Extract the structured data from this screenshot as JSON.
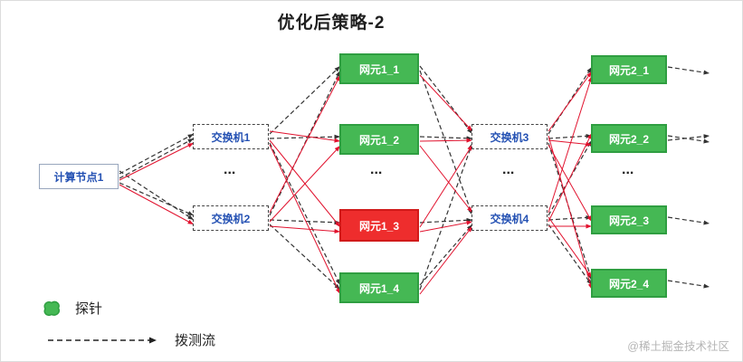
{
  "title": "优化后策略-2",
  "ellipsis": "...",
  "watermark": "@稀土掘金技术社区",
  "legend": {
    "probe_label": "探针",
    "flow_label": "拨测流"
  },
  "colors": {
    "elem_green": "#45b854",
    "elem_green_border": "#2f9e41",
    "elem_red": "#ee2d2d",
    "elem_red_border": "#d11a1a",
    "node_text_blue": "#2451b3",
    "flow_black": "#333333",
    "flow_red": "#e1122e"
  },
  "nodes": {
    "compute1": {
      "label": "计算节点1",
      "type": "compute"
    },
    "switch1": {
      "label": "交换机1",
      "type": "switch"
    },
    "switch2": {
      "label": "交换机2",
      "type": "switch"
    },
    "switch3": {
      "label": "交换机3",
      "type": "switch"
    },
    "switch4": {
      "label": "交换机4",
      "type": "switch"
    },
    "elem1_1": {
      "label": "网元1_1",
      "type": "element-green"
    },
    "elem1_2": {
      "label": "网元1_2",
      "type": "element-green"
    },
    "elem1_3": {
      "label": "网元1_3",
      "type": "element-red"
    },
    "elem1_4": {
      "label": "网元1_4",
      "type": "element-green"
    },
    "elem2_1": {
      "label": "网元2_1",
      "type": "element-green"
    },
    "elem2_2": {
      "label": "网元2_2",
      "type": "element-green"
    },
    "elem2_3": {
      "label": "网元2_3",
      "type": "element-green"
    },
    "elem2_4": {
      "label": "网元2_4",
      "type": "element-green"
    }
  },
  "edges": [
    {
      "from": "compute1",
      "to": "switch1",
      "type": "dashed"
    },
    {
      "from": "compute1",
      "to": "switch1",
      "type": "dashed"
    },
    {
      "from": "compute1",
      "to": "switch2",
      "type": "dashed"
    },
    {
      "from": "compute1",
      "to": "switch2",
      "type": "dashed"
    },
    {
      "from": "compute1",
      "to": "switch1",
      "type": "red"
    },
    {
      "from": "compute1",
      "to": "switch2",
      "type": "red"
    },
    {
      "from": "switch1",
      "to": "elem1_1",
      "type": "dashed"
    },
    {
      "from": "switch1",
      "to": "elem1_2",
      "type": "dashed"
    },
    {
      "from": "switch1",
      "to": "elem1_4",
      "type": "dashed"
    },
    {
      "from": "switch2",
      "to": "elem1_1",
      "type": "dashed"
    },
    {
      "from": "switch2",
      "to": "elem1_3",
      "type": "dashed"
    },
    {
      "from": "switch2",
      "to": "elem1_4",
      "type": "dashed"
    },
    {
      "from": "switch1",
      "to": "elem1_2",
      "type": "red"
    },
    {
      "from": "switch1",
      "to": "elem1_3",
      "type": "red"
    },
    {
      "from": "switch1",
      "to": "elem1_4",
      "type": "red"
    },
    {
      "from": "switch2",
      "to": "elem1_1",
      "type": "red"
    },
    {
      "from": "switch2",
      "to": "elem1_2",
      "type": "red"
    },
    {
      "from": "switch2",
      "to": "elem1_3",
      "type": "red"
    },
    {
      "from": "elem1_1",
      "to": "switch3",
      "type": "dashed"
    },
    {
      "from": "elem1_2",
      "to": "switch3",
      "type": "dashed"
    },
    {
      "from": "elem1_1",
      "to": "switch4",
      "type": "dashed"
    },
    {
      "from": "elem1_3",
      "to": "switch4",
      "type": "dashed"
    },
    {
      "from": "elem1_4",
      "to": "switch4",
      "type": "dashed"
    },
    {
      "from": "elem1_4",
      "to": "switch3",
      "type": "dashed"
    },
    {
      "from": "elem1_1",
      "to": "switch3",
      "type": "red"
    },
    {
      "from": "elem1_2",
      "to": "switch3",
      "type": "red"
    },
    {
      "from": "elem1_2",
      "to": "switch4",
      "type": "red"
    },
    {
      "from": "elem1_3",
      "to": "switch3",
      "type": "red"
    },
    {
      "from": "elem1_3",
      "to": "switch4",
      "type": "red"
    },
    {
      "from": "elem1_4",
      "to": "switch4",
      "type": "red"
    },
    {
      "from": "switch3",
      "to": "elem2_1",
      "type": "dashed"
    },
    {
      "from": "switch3",
      "to": "elem2_2",
      "type": "dashed"
    },
    {
      "from": "switch3",
      "to": "elem2_4",
      "type": "dashed"
    },
    {
      "from": "switch4",
      "to": "elem2_2",
      "type": "dashed"
    },
    {
      "from": "switch4",
      "to": "elem2_3",
      "type": "dashed"
    },
    {
      "from": "switch4",
      "to": "elem2_4",
      "type": "dashed"
    },
    {
      "from": "switch3",
      "to": "elem2_1",
      "type": "red"
    },
    {
      "from": "switch3",
      "to": "elem2_2",
      "type": "red"
    },
    {
      "from": "switch3",
      "to": "elem2_3",
      "type": "red"
    },
    {
      "from": "switch3",
      "to": "elem2_4",
      "type": "red"
    },
    {
      "from": "switch4",
      "to": "elem2_1",
      "type": "red"
    },
    {
      "from": "switch4",
      "to": "elem2_2",
      "type": "red"
    },
    {
      "from": "switch4",
      "to": "elem2_3",
      "type": "red"
    },
    {
      "from": "switch4",
      "to": "elem2_4",
      "type": "red"
    },
    {
      "from": "elem2_1",
      "to": "out",
      "type": "dashed"
    },
    {
      "from": "elem2_2",
      "to": "out",
      "type": "dashed"
    },
    {
      "from": "elem2_2",
      "to": "out",
      "type": "dashed"
    },
    {
      "from": "elem2_3",
      "to": "out",
      "type": "dashed"
    },
    {
      "from": "elem2_4",
      "to": "out",
      "type": "dashed"
    }
  ]
}
